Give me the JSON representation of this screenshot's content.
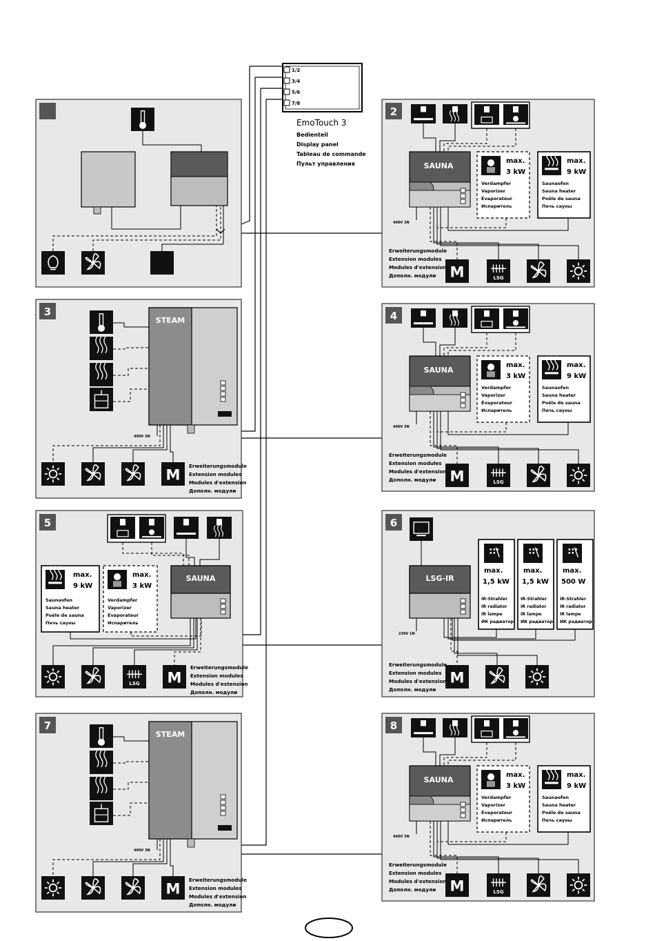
{
  "panel_labels": {
    "p2": "2",
    "p3": "3",
    "p4": "4",
    "p5": "5",
    "p6": "6",
    "p7": "7",
    "p8": "8"
  },
  "controller": {
    "ports": [
      "1/2",
      "3/4",
      "5/6",
      "7/8"
    ],
    "name": "EmoTouch 3",
    "lines": [
      "Bedienteil",
      "Display panel",
      "Tableau de commande",
      "Пульт управления"
    ]
  },
  "units": {
    "sauna": "SAUNA",
    "steam": "STEAM",
    "lsg_ir": "LSG-IR"
  },
  "vaporizer": {
    "max": "max.",
    "power": "3 kW",
    "lines": [
      "Verdampfer",
      "Vaporizer",
      "Évaporateur",
      "Испаритель"
    ]
  },
  "heater": {
    "max": "max.",
    "power": "9 kW",
    "lines": [
      "Saunaofen",
      "Sauna heater",
      "Poêle de sauna",
      "Печь сауны"
    ]
  },
  "ext_modules": [
    "Erweiterungsmodule",
    "Extension modules",
    "Modules d'extension",
    "Дополн. модули"
  ],
  "module_letter": "M",
  "lsg_label": "LSG",
  "supply": {
    "v400": "400V 3N",
    "v230": "230V 1N"
  },
  "ir": [
    {
      "max": "max.",
      "power": "1,5 kW",
      "lines": [
        "IR-Strahler",
        "IR radiator",
        "IR lampe",
        "ИК радиатор"
      ]
    },
    {
      "max": "max.",
      "power": "1,5 kW",
      "lines": [
        "IR-Strahler",
        "IR radiator",
        "IR lampe",
        "ИК радиатор"
      ]
    },
    {
      "max": "max.",
      "power": "500 W",
      "lines": [
        "IR-Strahler",
        "IR radiator",
        "IR lampe",
        "ИК радиатор"
      ]
    }
  ]
}
